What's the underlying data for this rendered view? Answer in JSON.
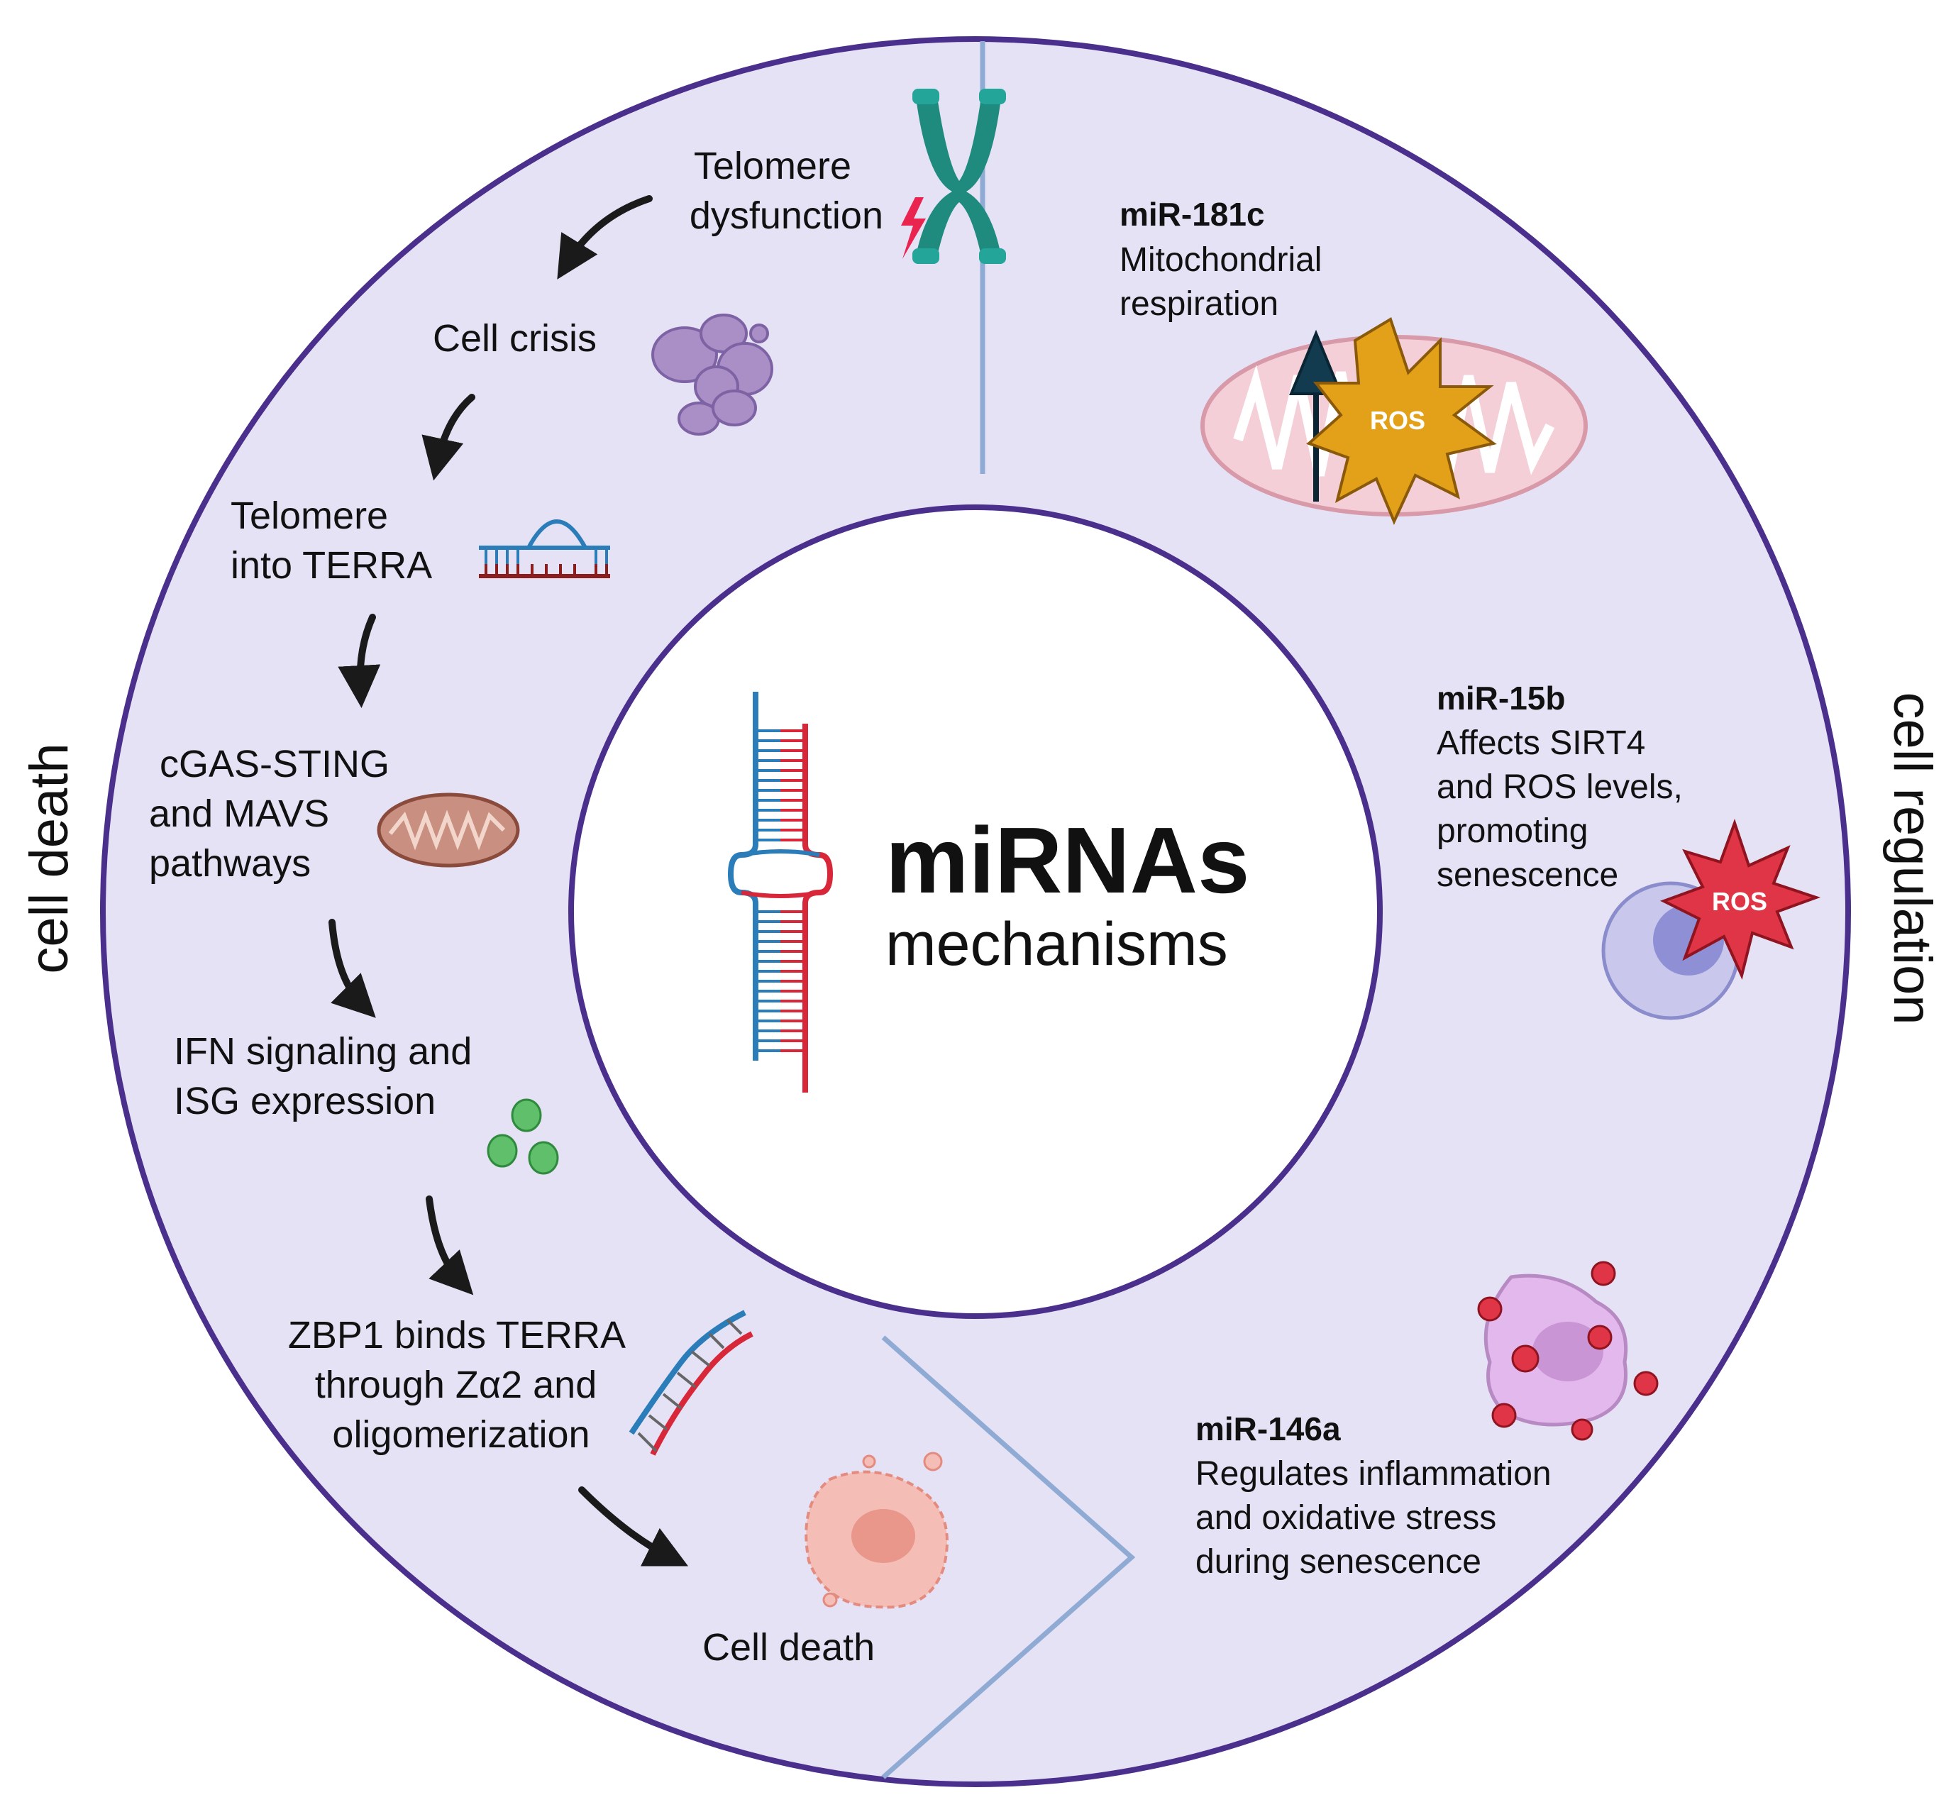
{
  "center": {
    "title": "miRNAs",
    "subtitle": "mechanisms"
  },
  "side_labels": {
    "left": "cell death",
    "right": "cell regulation"
  },
  "cell_death_steps": [
    {
      "lines": [
        "Telomere",
        "dysfunction"
      ]
    },
    {
      "lines": [
        "Cell crisis"
      ]
    },
    {
      "lines": [
        "Telomere",
        "into TERRA"
      ]
    },
    {
      "lines": [
        "cGAS-STING",
        "and MAVS",
        "pathways"
      ]
    },
    {
      "lines": [
        "IFN signaling  and",
        "ISG expression"
      ]
    },
    {
      "lines": [
        "ZBP1 binds TERRA",
        "through Zα2 and",
        "oligomerization"
      ]
    },
    {
      "lines": [
        "Cell death"
      ]
    }
  ],
  "mirnas": [
    {
      "name": "miR-181c",
      "desc": [
        "Mitochondrial",
        "respiration"
      ]
    },
    {
      "name": "miR-15b",
      "desc": [
        "Affects SIRT4",
        "and ROS levels,",
        "promoting",
        "senescence"
      ]
    },
    {
      "name": "miR-146a",
      "desc": [
        "Regulates inflammation",
        "and oxidative stress",
        "during senescence"
      ]
    }
  ],
  "icon_labels": {
    "ros": "ROS"
  },
  "colors": {
    "ring_fill": "#e6e2f6",
    "ring_outline": "#4a2f8c",
    "divider": "#8fabd4",
    "arrow": "#1a1a1a",
    "rna_blue": "#2a7db8",
    "rna_red": "#d9273a"
  },
  "icons": [
    "chromosome-icon",
    "lightning-icon",
    "cell-crisis-icon",
    "terra-rna-icon",
    "mitochondrion-icon",
    "isg-droplets-icon",
    "dna-helix-icon",
    "dying-cell-icon",
    "mitochondrion-ros-icon",
    "ros-cell-icon",
    "oxidative-stress-cell-icon",
    "mirna-hairpin-icon"
  ]
}
